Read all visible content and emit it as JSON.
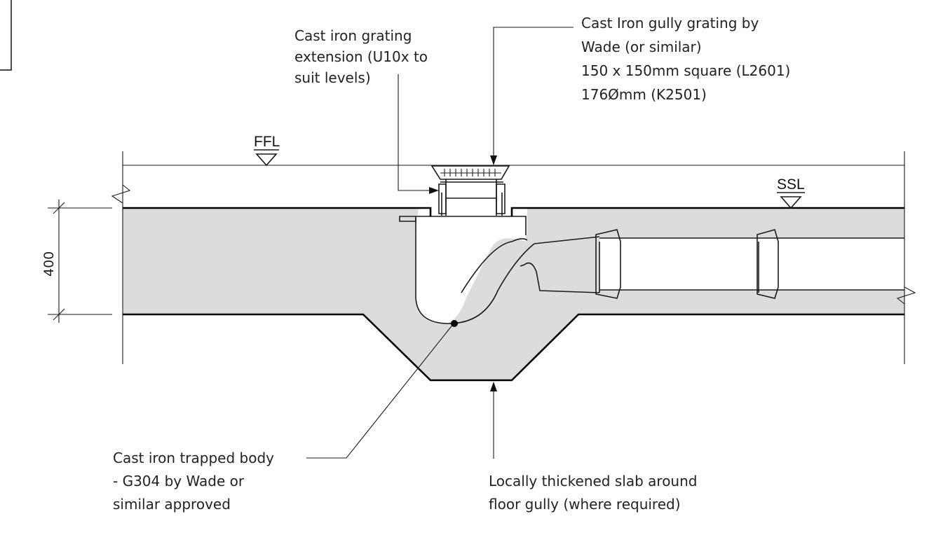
{
  "notes": {
    "extension": [
      "Cast iron grating",
      "extension (U10x to",
      "suit levels)"
    ],
    "grating": [
      "Cast Iron gully grating by",
      "Wade (or similar)",
      "150 x 150mm square (L2601)",
      "176Ømm (K2501)"
    ],
    "body": [
      "Cast iron trapped body",
      "- G304 by Wade or",
      "similar approved"
    ],
    "slab": [
      "Locally thickened slab around",
      "floor gully (where required)"
    ]
  },
  "levels": {
    "ffl": "FFL",
    "ssl": "SSL"
  },
  "dimension": {
    "slab_thickness": "400"
  },
  "colors": {
    "concrete": "#dcdcdc",
    "line": "#000000"
  }
}
